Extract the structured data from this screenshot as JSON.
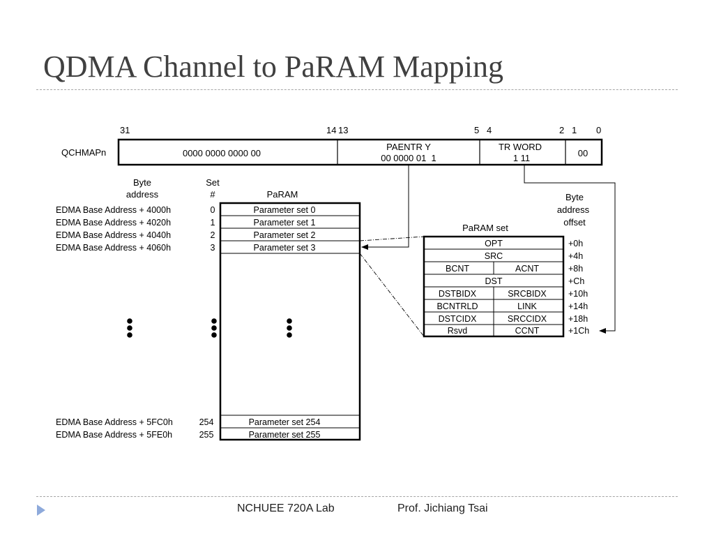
{
  "slide": {
    "title": "QDMA Channel to PaRAM Mapping",
    "footer_left": "NCHUEE 720A Lab",
    "footer_right": "Prof. Jichiang Tsai"
  },
  "register": {
    "name": "QCHMAPn",
    "bit_labels": [
      "31",
      "14",
      "13",
      "5",
      "4",
      "2",
      "1",
      "0"
    ],
    "field_reserved": "0000 0000 0000 00",
    "field_paentry_label": "PAENTR Y",
    "field_paentry_value": "00 0000 01  1",
    "field_trword_label": "TR WORD",
    "field_trword_value": "1 11",
    "field_low": "00"
  },
  "left_table": {
    "header_byte_1": "Byte",
    "header_byte_2": "address",
    "header_set_1": "Set",
    "header_set_2": "#",
    "header_param": "PaRAM",
    "rows_top": [
      {
        "address": "EDMA Base Address + 4000h",
        "set": "0",
        "label": "Parameter set 0"
      },
      {
        "address": "EDMA Base Address + 4020h",
        "set": "1",
        "label": "Parameter set 1"
      },
      {
        "address": "EDMA Base Address + 4040h",
        "set": "2",
        "label": "Parameter set 2"
      },
      {
        "address": "EDMA Base Address + 4060h",
        "set": "3",
        "label": "Parameter set 3"
      }
    ],
    "rows_bottom": [
      {
        "address": "EDMA Base Address + 5FC0h",
        "set": "254",
        "label": "Parameter set 254"
      },
      {
        "address": "EDMA Base Address + 5FE0h",
        "set": "255",
        "label": "Parameter set 255"
      }
    ]
  },
  "param_set": {
    "title": "PaRAM set",
    "offset_header_1": "Byte",
    "offset_header_2": "address",
    "offset_header_3": "offset",
    "rows": [
      {
        "left": "OPT",
        "right": null,
        "offset": "+0h"
      },
      {
        "left": "SRC",
        "right": null,
        "offset": "+4h"
      },
      {
        "left": "BCNT",
        "right": "ACNT",
        "offset": "+8h"
      },
      {
        "left": "DST",
        "right": null,
        "offset": "+Ch"
      },
      {
        "left": "DSTBIDX",
        "right": "SRCBIDX",
        "offset": "+10h"
      },
      {
        "left": "BCNTRLD",
        "right": "LINK",
        "offset": "+14h"
      },
      {
        "left": "DSTCIDX",
        "right": "SRCCIDX",
        "offset": "+18h"
      },
      {
        "left": "Rsvd",
        "right": "CCNT",
        "offset": "+1Ch"
      }
    ]
  },
  "colors": {
    "title": "#404040",
    "divider": "#a5a5a5",
    "footer_arrow": "#8eaadb",
    "line": "#000000"
  }
}
